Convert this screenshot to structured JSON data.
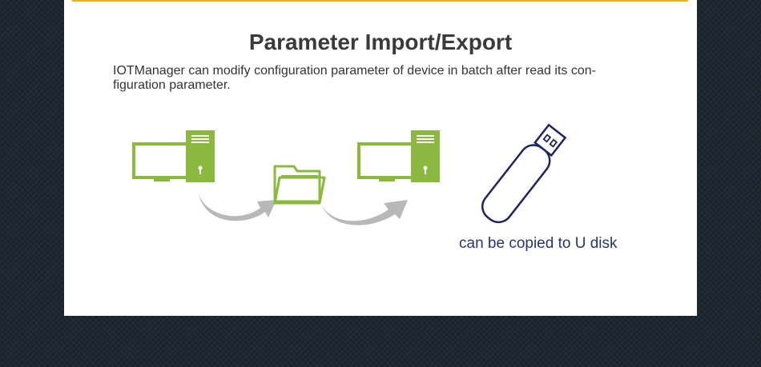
{
  "panel": {
    "title": "Parameter Import/Export",
    "description_lines": [
      "IOTManager can modify configuration parameter of device in batch after read its con-",
      "figuration parameter."
    ],
    "caption": "can be copied to U disk"
  },
  "icons": [
    "computer-icon",
    "arrow-icon",
    "folder-icon",
    "arrow-icon",
    "computer-icon",
    "usb-drive-icon"
  ],
  "colors": {
    "background": "#1e2832",
    "panel": "#ffffff",
    "accent_rule": "#e5b32a",
    "icon_green": "#8bb83f",
    "arrow_gray": "#b8b8b8",
    "usb_outline": "#1f2460",
    "caption": "#2a3570"
  }
}
